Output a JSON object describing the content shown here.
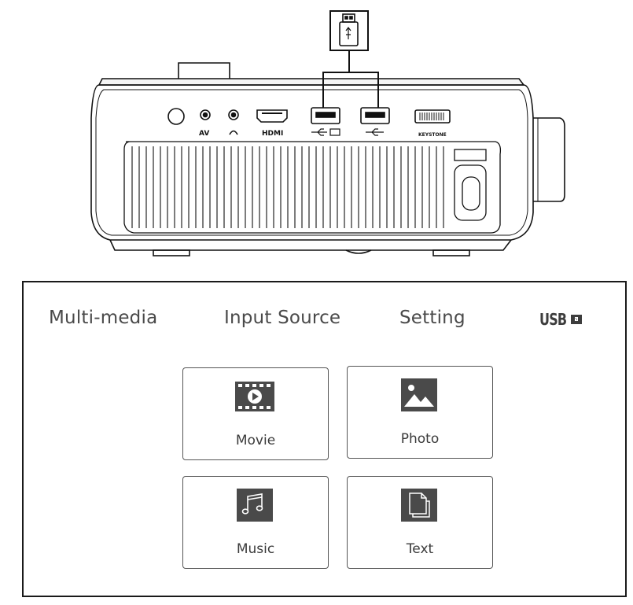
{
  "projector": {
    "port_labels": {
      "av": "AV",
      "hdmi": "HDMI",
      "keystone": "KEYSTONE"
    },
    "callout_icon": "usb-drive-icon"
  },
  "menu": {
    "tabs": [
      {
        "label": "Multi-media"
      },
      {
        "label": "Input Source"
      },
      {
        "label": "Setting"
      }
    ],
    "usb_badge": {
      "label": "USB",
      "icon": "usb-drive-icon"
    },
    "tiles": [
      {
        "label": "Movie",
        "icon": "film-icon"
      },
      {
        "label": "Photo",
        "icon": "image-icon"
      },
      {
        "label": "Music",
        "icon": "music-note-icon"
      },
      {
        "label": "Text",
        "icon": "document-icon"
      }
    ],
    "icon_color": "#4a4a4a"
  }
}
